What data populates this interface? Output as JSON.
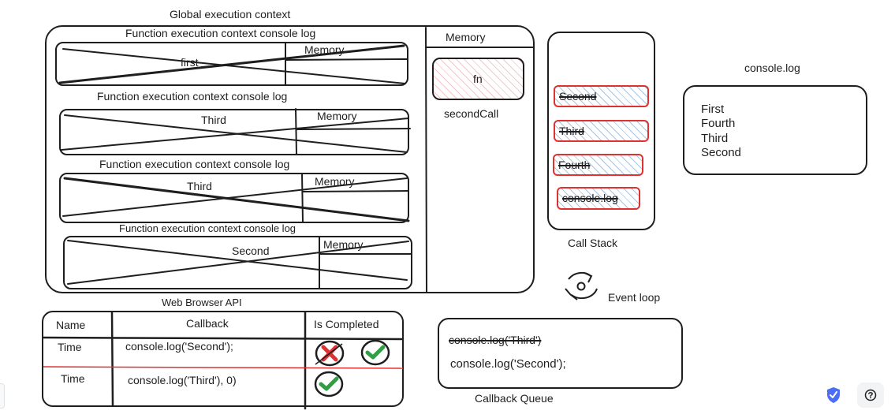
{
  "global_title": "Global execution context",
  "fec_blocks": [
    {
      "title": "Function execution context console log",
      "fn": "first",
      "memory": "Memory"
    },
    {
      "title": "Function execution context console log",
      "fn": "Third",
      "memory": "Memory"
    },
    {
      "title": "Function execution context console log",
      "fn": "Third",
      "memory": "Memory"
    },
    {
      "title": "Function execution context console log",
      "fn": "Second",
      "memory": "Memory"
    }
  ],
  "global_memory": {
    "title": "Memory",
    "fn_label": "fn",
    "caption": "secondCall"
  },
  "call_stack": {
    "items": [
      "Second",
      "Third",
      "Fourth",
      "console.log"
    ],
    "caption": "Call Stack"
  },
  "console_log": {
    "title": "console.log",
    "lines": [
      "First",
      "Fourth",
      "Third",
      "Second"
    ]
  },
  "event_loop_label": "Event loop",
  "web_api": {
    "title": "Web Browser API",
    "headers": [
      "Name",
      "Callback",
      "Is Completed"
    ],
    "rows": [
      {
        "name": "Time",
        "callback": "console.log('Second');"
      },
      {
        "name": "Time",
        "callback": "console.log('Third'), 0)"
      }
    ]
  },
  "callback_queue": {
    "items": [
      "console.log('Third')",
      "console.log('Second');"
    ],
    "caption": "Callback Queue"
  },
  "colors": {
    "stroke": "#1e1e1e",
    "red": "#e03131",
    "green": "#2f9e44",
    "blue_hatch": "#3b82c4",
    "icon_blue": "#4c6ef5"
  }
}
